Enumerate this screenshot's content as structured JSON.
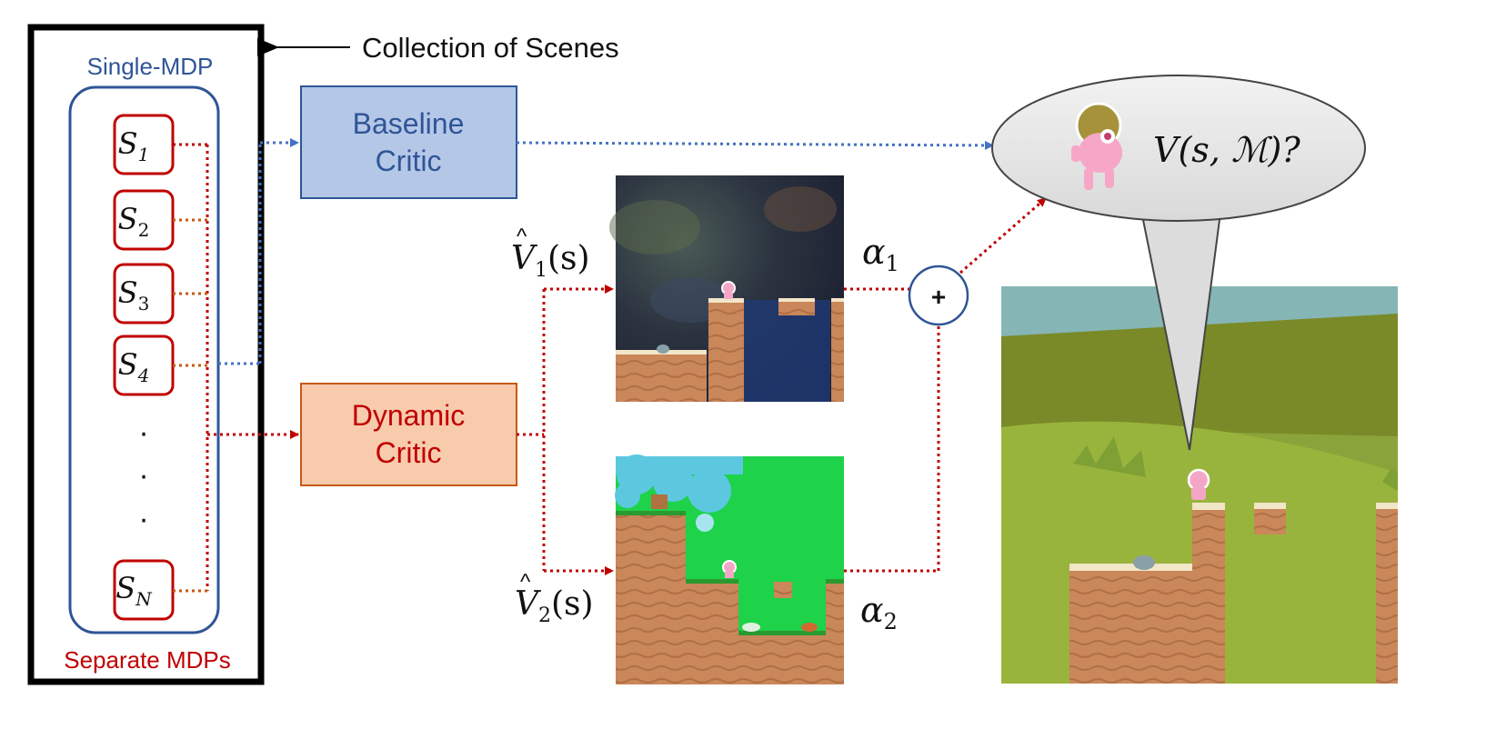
{
  "collection_label": "Collection of Scenes",
  "single_mdp_label": "Single-MDP",
  "separate_mdps_label": "Separate MDPs",
  "scenes": [
    {
      "base": "S",
      "sub": "1"
    },
    {
      "base": "S",
      "sub": "2"
    },
    {
      "base": "S",
      "sub": "3"
    },
    {
      "base": "S",
      "sub": "4"
    },
    {
      "base": "S",
      "sub": "N"
    }
  ],
  "ellipsis": "·",
  "baseline_critic": {
    "line1": "Baseline",
    "line2": "Critic"
  },
  "dynamic_critic": {
    "line1": "Dynamic",
    "line2": "Critic"
  },
  "v1_label": {
    "base": "V",
    "sub": "1",
    "arg": "(s)"
  },
  "v2_label": {
    "base": "V",
    "sub": "2",
    "arg": "(s)"
  },
  "alpha1": {
    "base": "α",
    "sub": "1"
  },
  "alpha2": {
    "base": "α",
    "sub": "2"
  },
  "plus_symbol": "+",
  "value_question": "V(s, ℳ)?",
  "colors": {
    "blue": "#2f5597",
    "red": "#c00000",
    "orange": "#c55a11",
    "blue_dotted": "#4472c4",
    "baseline_fill": "#b4c7e7",
    "dynamic_fill": "#f8cbad"
  }
}
